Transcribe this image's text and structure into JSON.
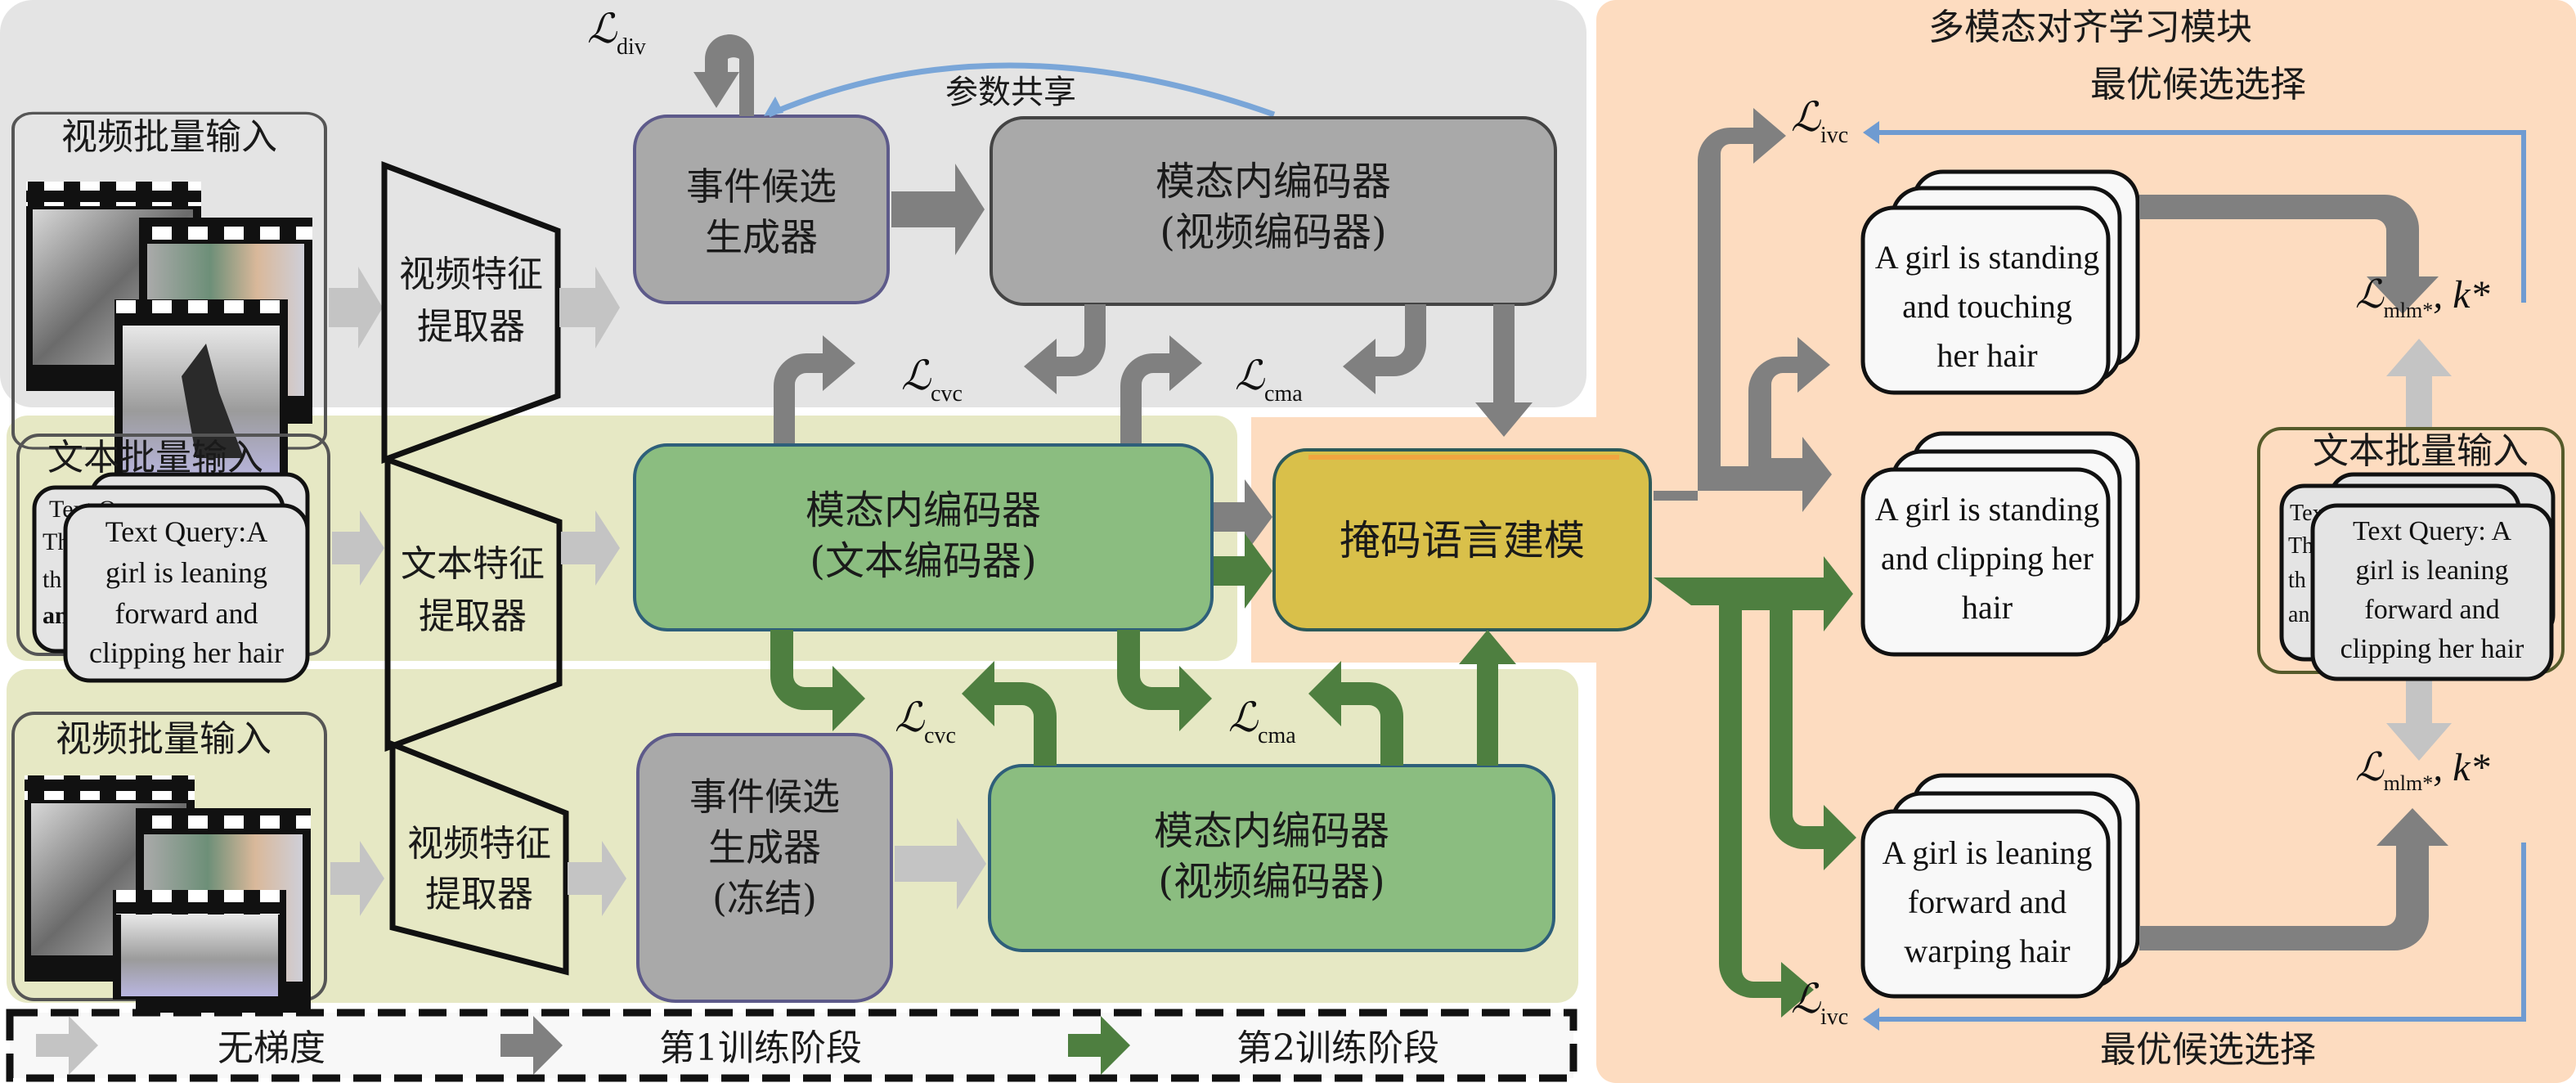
{
  "colors": {
    "panel_stage1": "#e4e4e4",
    "panel_stage2": "#e6e8c4",
    "panel_alignment": "#fddcc0",
    "encoder_green": "#8bbd80",
    "module_gray": "#a9a9a9",
    "mlm_yellow": "#d9c04a",
    "arrow_nograd": "#c4c4c4",
    "arrow_stage1": "#808080",
    "arrow_stage2": "#4e7f40",
    "param_share_arc": "#7aa6d8",
    "best_select_line": "#6f9bd1"
  },
  "stage1": {
    "video_input_title": "视频批量输入",
    "video_extractor_line1": "视频特征",
    "video_extractor_line2": "提取器",
    "proposal_gen_line1": "事件候选",
    "proposal_gen_line2": "生成器",
    "video_encoder_line1": "模态内编码器",
    "video_encoder_line2": "(视频编码器)",
    "param_share": "参数共享",
    "loss_div": "div"
  },
  "middle": {
    "text_input_title": "文本批量输入",
    "text_query_front": [
      "Text Query:A",
      "girl is leaning",
      "forward and",
      "clipping her hair"
    ],
    "text_query_back_fragments": [
      "Text Query:",
      "Th",
      "th",
      "an"
    ],
    "text_extractor_line1": "文本特征",
    "text_extractor_line2": "提取器",
    "text_encoder_line1": "模态内编码器",
    "text_encoder_line2": "(文本编码器)",
    "mlm": "掩码语言建模",
    "loss_cvc_top": "cvc",
    "loss_cma_top": "cma",
    "loss_cvc_bottom": "cvc",
    "loss_cma_bottom": "cma"
  },
  "stage2": {
    "video_input_title": "视频批量输入",
    "video_extractor_line1": "视频特征",
    "video_extractor_line2": "提取器",
    "proposal_gen_line1": "事件候选",
    "proposal_gen_line2": "生成器",
    "proposal_gen_line3": "(冻结)",
    "video_encoder_line1": "模态内编码器",
    "video_encoder_line2": "(视频编码器)"
  },
  "alignment": {
    "title": "多模态对齐学习模块",
    "best_select_top": "最优候选选择",
    "best_select_bottom": "最优候选选择",
    "loss_ivc": "ivc",
    "loss_mlm_sub": "mlm*",
    "k_star": "k*",
    "candidates": [
      [
        "A girl is standing",
        "and touching",
        "her hair"
      ],
      [
        "A girl is standing",
        "and clipping her",
        "hair"
      ],
      [
        "A girl is leaning",
        "forward and",
        "warping hair"
      ]
    ],
    "text_input_title": "文本批量输入",
    "text_query_front": [
      "Text Query: A",
      "girl is leaning",
      "forward and",
      "clipping her hair"
    ],
    "text_query_back_fragments": [
      "Text Query:",
      "Th",
      "th",
      "an"
    ]
  },
  "legend": {
    "no_grad": "无梯度",
    "stage1": "第1训练阶段",
    "stage2": "第2训练阶段"
  },
  "loss_symbol": "ℒ"
}
